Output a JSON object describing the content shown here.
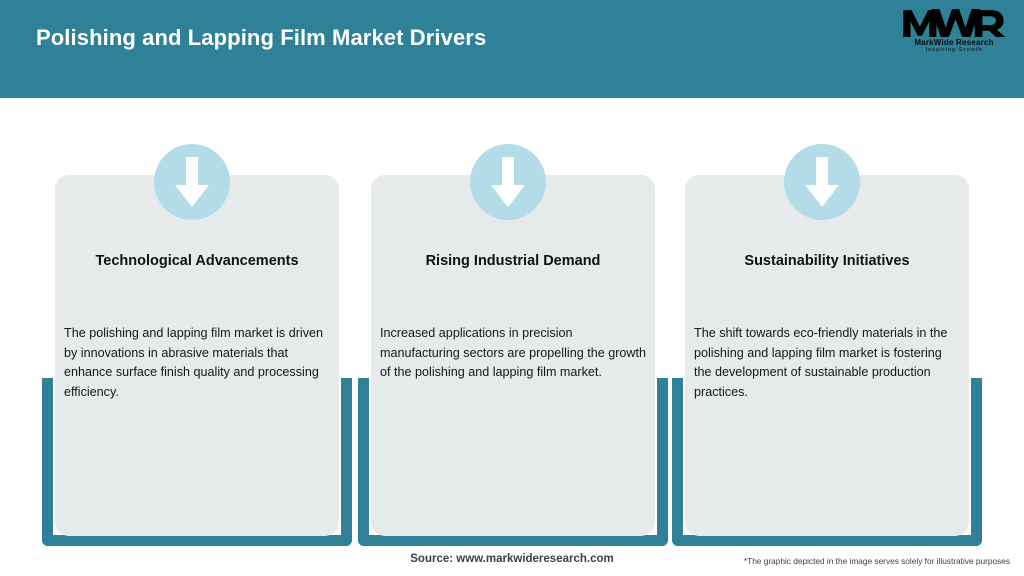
{
  "header": {
    "title": "Polishing and Lapping Film Market Drivers",
    "background_color": "#2E8196",
    "title_color": "#FFFFFF"
  },
  "logo": {
    "mark_text": "MWR",
    "name": "MarkWide Research",
    "tagline": "Inspiring Growth"
  },
  "cards": [
    {
      "icon": "down-arrow-icon",
      "title": "Technological Advancements",
      "body": "The polishing and lapping film market is driven by innovations in abrasive materials that enhance surface finish quality and processing efficiency."
    },
    {
      "icon": "down-arrow-icon",
      "title": "Rising Industrial Demand",
      "body": "Increased applications in precision manufacturing sectors are propelling the growth of the polishing and lapping film market."
    },
    {
      "icon": "down-arrow-icon",
      "title": "Sustainability Initiatives",
      "body": "The shift towards eco-friendly materials in the polishing and lapping film market is fostering the development of sustainable production practices."
    }
  ],
  "footer": {
    "source": "Source: www.markwideresearch.com",
    "disclaimer": "*The graphic depicted in the image serves solely for illustrative purposes"
  },
  "colors": {
    "teal": "#2E8196",
    "card_gray": "#E6EAEB",
    "icon_blue": "#B3DBE8",
    "arrow_white": "#FFFFFF"
  }
}
